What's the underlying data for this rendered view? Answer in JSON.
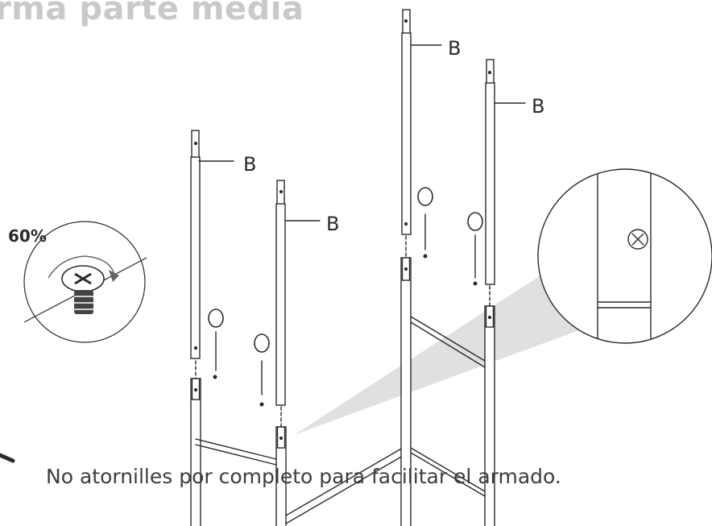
{
  "title": "rma parte media",
  "caption": "No atornilles por completo para facilitar el armado.",
  "labels": {
    "pole_b1": "B",
    "pole_b2": "B",
    "pole_b3": "B",
    "pole_b4": "B",
    "screw_o1": "O",
    "screw_o2": "O",
    "screw_o3": "O",
    "screw_o4": "O"
  },
  "rotation_hint": "60%",
  "colors": {
    "line": "#2a2a2a",
    "beam": "#d6d6d6",
    "title": "#c9c9c9"
  },
  "icons": [
    "screw-icon",
    "rotation-arrow-icon",
    "magnifier-circle"
  ]
}
